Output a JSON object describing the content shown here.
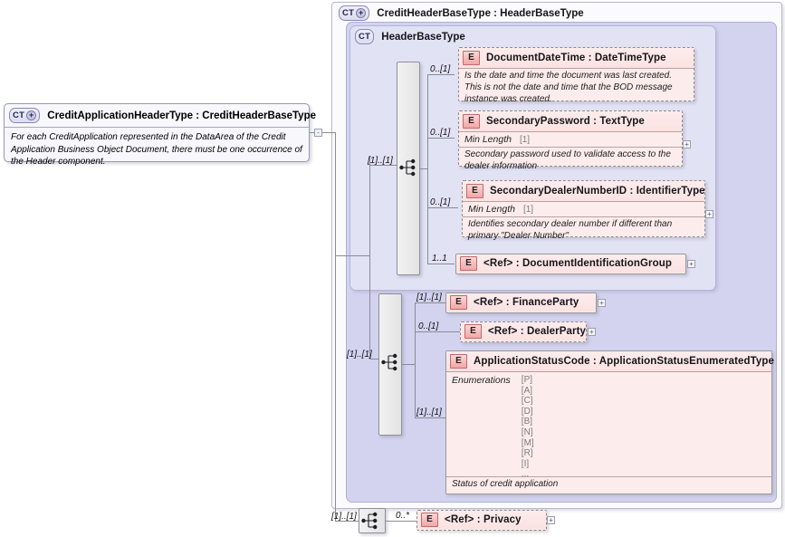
{
  "diagram": {
    "kind": "xsd-schema-component-diagram",
    "root": {
      "badge": "CT",
      "badge_expand": "+",
      "title": "CreditApplicationHeaderType : CreditHeaderBaseType",
      "documentation": "For each CreditApplication represented in the DataArea of the Credit Application Business Object Document, there must be one occurrence of the Header component.",
      "collapse_toggle": "-"
    },
    "outer_container": {
      "badge": "CT",
      "badge_expand": "+",
      "title": "CreditHeaderBaseType : HeaderBaseType"
    },
    "inner_container": {
      "badge": "CT",
      "title": "HeaderBaseType"
    },
    "compositors": [
      {
        "name": "sequence-1",
        "icon": "sequence-icon",
        "cardinality": "[1]..[1]"
      },
      {
        "name": "sequence-2",
        "icon": "sequence-icon",
        "cardinality": "[1]..[1]"
      },
      {
        "name": "sequence-3",
        "icon": "sequence-icon",
        "cardinality": "[1]..[1]"
      }
    ],
    "elements": [
      {
        "id": "document-date-time",
        "badge": "E",
        "title": "DocumentDateTime : DateTimeType",
        "cardinality": "0..[1]",
        "optional": true,
        "documentation": "Is the date and time the document was last created. This is not the date and time that the BOD message instance was created.",
        "facet_label": null,
        "facet_value": null,
        "expand": null
      },
      {
        "id": "secondary-password",
        "badge": "E",
        "title": "SecondaryPassword : TextType",
        "cardinality": "0..[1]",
        "optional": true,
        "facet_label": "Min Length",
        "facet_value": "[1]",
        "documentation": "Secondary password used to validate access to the dealer information",
        "expand": "+"
      },
      {
        "id": "secondary-dealer-number-id",
        "badge": "E",
        "title": "SecondaryDealerNumberID : IdentifierType",
        "cardinality": "0..[1]",
        "optional": true,
        "facet_label": "Min Length",
        "facet_value": "[1]",
        "documentation": "Identifies secondary dealer number if different than primary \"Dealer Number\"",
        "expand": "+"
      },
      {
        "id": "document-identification-group",
        "badge": "E",
        "title": "<Ref>        : DocumentIdentificationGroup",
        "cardinality": "1..1",
        "optional": false,
        "expand": "+"
      },
      {
        "id": "finance-party",
        "badge": "E",
        "title": "<Ref>        : FinanceParty",
        "cardinality": "[1]..[1]",
        "optional": false,
        "expand": "+"
      },
      {
        "id": "dealer-party",
        "badge": "E",
        "title": "<Ref>        : DealerParty",
        "cardinality": "0..[1]",
        "optional": true,
        "expand": "+"
      },
      {
        "id": "application-status-code",
        "badge": "E",
        "title": "ApplicationStatusCode : ApplicationStatusEnumeratedType",
        "cardinality": "[1]..[1]",
        "optional": false,
        "facet_label": "Enumerations",
        "enumerations": [
          "[P]",
          "[A]",
          "[C]",
          "[D]",
          "[B]",
          "[N]",
          "[M]",
          "[R]",
          "[I]",
          "..."
        ],
        "documentation": "Status of credit application",
        "expand": null
      },
      {
        "id": "privacy",
        "badge": "E",
        "title": "<Ref>        : Privacy",
        "cardinality": "0..*",
        "optional": true,
        "expand": "+"
      }
    ],
    "colors": {
      "element_fill": "#fdecec",
      "element_border": "#9a9a9a",
      "container_purple": "#d3d3f0",
      "container_inner": "#e2e2f5",
      "container_outer": "#fbfbfe",
      "badge_e": "#f2a6a6",
      "line": "#8b8b93"
    }
  }
}
